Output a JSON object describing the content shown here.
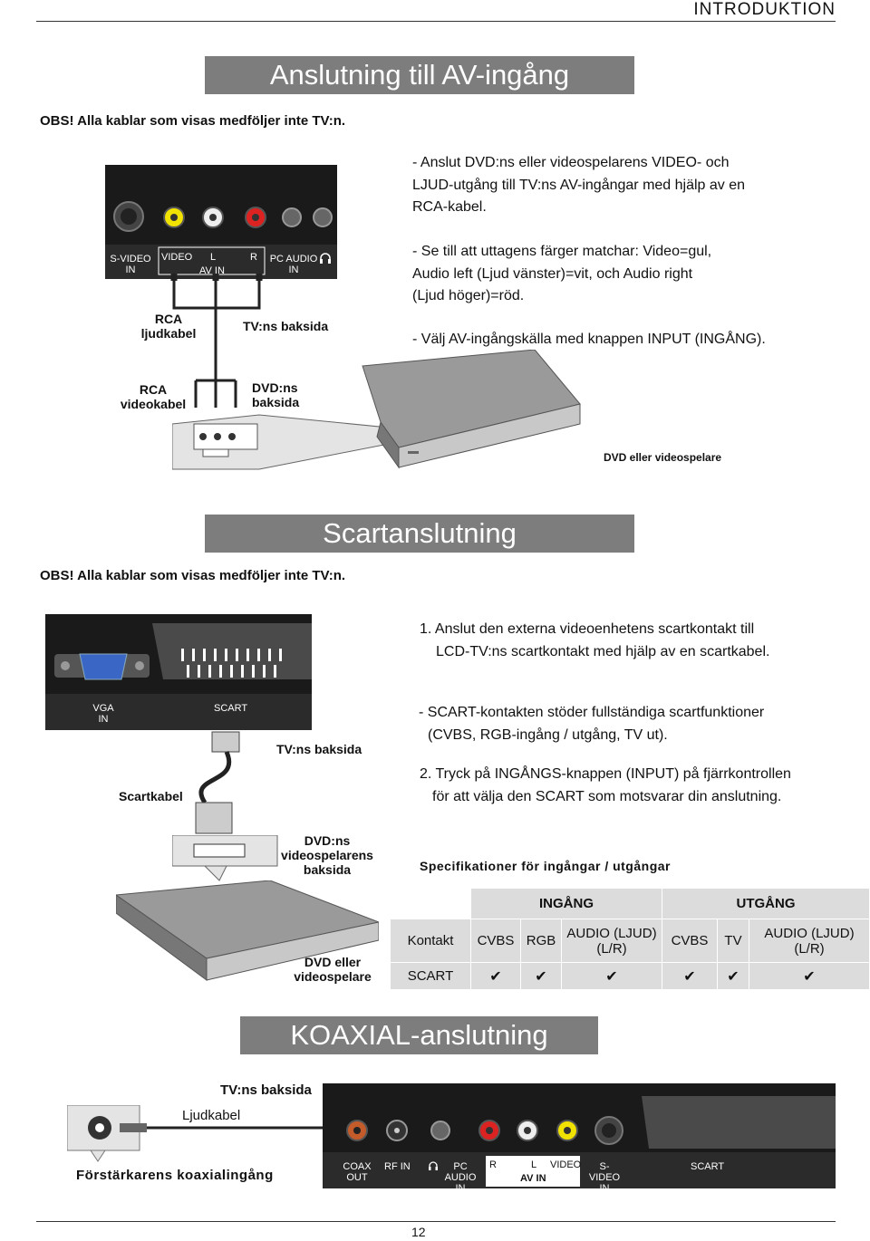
{
  "header": {
    "section": "INTRODUKTION"
  },
  "av": {
    "title": "Anslutning till AV-ingång",
    "obs": "OBS! Alla kablar som visas medföljer inte TV:n.",
    "p1": [
      "- Anslut DVD:ns eller videospelarens VIDEO- och",
      "LJUD-utgång till TV:ns AV-ingångar med hjälp av en",
      "RCA-kabel."
    ],
    "p2": [
      "- Se till att uttagens färger matchar: Video=gul,",
      "Audio left (Ljud vänster)=vit, och Audio right",
      "(Ljud höger)=röd."
    ],
    "p3": "- Välj AV-ingångskälla med knappen INPUT (INGÅNG).",
    "panel_labels": {
      "svideo": "S-VIDEO",
      "svideo_in": "IN",
      "video": "VIDEO",
      "l": "L",
      "r": "R",
      "avin": "AV IN",
      "pcaudio": "PC AUDIO",
      "pcaudio_in": "IN"
    },
    "rca_audio": [
      "RCA",
      "ljudkabel"
    ],
    "tv_back": "TV:ns baksida",
    "rca_video": [
      "RCA",
      "videokabel"
    ],
    "dvd_back": [
      "DVD:ns",
      "baksida"
    ],
    "dvd_player": "DVD eller videospelare"
  },
  "scart": {
    "title": "Scartanslutning",
    "obs": "OBS! Alla kablar som visas medföljer inte TV:n.",
    "p1": [
      "1. Anslut den externa videoenhetens scartkontakt till",
      "LCD-TV:ns scartkontakt med hjälp av en scartkabel."
    ],
    "p2": [
      "- SCART-kontakten stöder fullständiga scartfunktioner",
      "(CVBS, RGB-ingång / utgång, TV ut)."
    ],
    "p3": [
      "2. Tryck på INGÅNGS-knappen (INPUT) på fjärrkontrollen",
      "för att välja den SCART som motsvarar din anslutning."
    ],
    "panel_labels": {
      "vga": "VGA",
      "vga_in": "IN",
      "scart": "SCART"
    },
    "tv_back": "TV:ns baksida",
    "scart_cable": "Scartkabel",
    "dvd_back": [
      "DVD:ns",
      "videospelarens",
      "baksida"
    ],
    "dvd_player": [
      "DVD eller",
      "videospelare"
    ],
    "spec_title": "Specifikationer för ingångar / utgångar",
    "table": {
      "in_header": "INGÅNG",
      "out_header": "UTGÅNG",
      "row_label": "Kontakt",
      "cols": [
        "CVBS",
        "RGB",
        "AUDIO (LJUD)\n(L/R)",
        "CVBS",
        "TV",
        "AUDIO (LJUD)\n(L/R)"
      ],
      "row2_label": "SCART",
      "checks": [
        "✔",
        "✔",
        "✔",
        "✔",
        "✔",
        "✔"
      ]
    }
  },
  "koax": {
    "title": "KOAXIAL-anslutning",
    "tv_back": "TV:ns baksida",
    "audio_cable": "Ljudkabel",
    "amp_input": "Förstärkarens koaxialingång",
    "panel_labels": {
      "coax": "COAX",
      "coax_out": "OUT",
      "rfin": "RF IN",
      "pcaudio": "PC AUDIO",
      "pcaudio_in": "IN",
      "r": "R",
      "l": "L",
      "video": "VIDEO",
      "avin": "AV IN",
      "svideo": "S-VIDEO",
      "svideo_in": "IN",
      "scart": "SCART"
    }
  },
  "footer": {
    "page": "12"
  }
}
